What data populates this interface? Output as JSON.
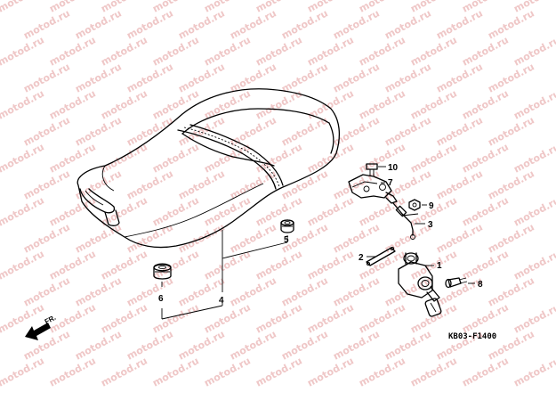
{
  "watermark": {
    "text": "motod.ru",
    "color": "#efc7c7"
  },
  "diagram": {
    "figure_code": "KB03-F1400",
    "direction_label": "FR.",
    "callouts": {
      "c1": "1",
      "c2": "2",
      "c3": "3",
      "c4": "4",
      "c5": "5",
      "c6": "6",
      "c7": "7",
      "c8": "8",
      "c9": "9",
      "c10": "10"
    }
  }
}
